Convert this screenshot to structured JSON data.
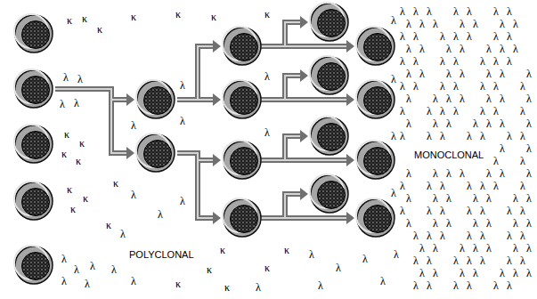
{
  "diagram": {
    "labels": [
      "POLYCLONAL",
      "MONOCLONAL",
      "κ",
      "κ",
      "κ",
      "κ",
      "κ",
      "κ",
      "κ",
      "λ",
      "λ",
      "λ",
      "λ",
      "κ",
      "κ",
      "κ",
      "κ",
      "κ",
      "κ",
      "κ",
      "λ",
      "λ",
      "λ",
      "λ",
      "λ",
      "λ",
      "λ",
      "λ",
      "κ",
      "λ",
      "λ",
      "λ",
      "κ",
      "λ",
      "λ",
      "λ",
      "κ",
      "κ",
      "κ",
      "κ",
      "κ",
      "λ",
      "κ",
      "λ",
      "λ",
      "λ",
      "λ",
      "λ",
      "λ",
      "λ",
      "λ",
      "λ",
      "λ",
      "λ",
      "λ",
      "λ",
      "λ",
      "λ",
      "λ",
      "λ",
      "λ",
      "λ",
      "λ",
      "λ",
      "λ",
      "λ",
      "λ",
      "λ",
      "λ",
      "λ",
      "λ",
      "λ",
      "λ",
      "λ",
      "λ",
      "λ",
      "λ",
      "λ",
      "λ",
      "λ",
      "λ",
      "λ",
      "λ",
      "λ",
      "λ",
      "λ",
      "λ",
      "λ",
      "λ",
      "λ",
      "λ",
      "λ",
      "λ",
      "λ",
      "λ",
      "λ",
      "λ",
      "λ",
      "λ",
      "λ",
      "λ",
      "λ",
      "λ",
      "λ",
      "λ",
      "λ",
      "λ",
      "λ",
      "λ",
      "λ",
      "λ",
      "λ",
      "λ",
      "λ",
      "λ",
      "λ",
      "λ",
      "λ",
      "λ",
      "λ",
      "λ",
      "λ",
      "λ",
      "λ",
      "λ",
      "λ",
      "λ",
      "λ",
      "λ",
      "λ",
      "λ",
      "λ",
      "λ",
      "λ",
      "λ",
      "λ",
      "λ",
      "λ",
      "λ",
      "λ",
      "λ",
      "λ",
      "λ",
      "λ",
      "λ",
      "λ",
      "λ",
      "λ",
      "λ",
      "λ",
      "λ",
      "λ",
      "λ",
      "λ",
      "λ",
      "λ",
      "λ",
      "λ",
      "λ",
      "λ",
      "λ",
      "λ",
      "λ",
      "λ",
      "λ",
      "λ",
      "λ",
      "λ",
      "λ",
      "λ",
      "λ",
      "λ",
      "λ",
      "λ",
      "λ",
      "λ",
      "λ",
      "λ",
      "λ",
      "λ",
      "λ",
      "λ",
      "λ",
      "λ",
      "λ",
      "λ",
      "λ",
      "λ",
      "λ",
      "λ",
      "λ",
      "λ",
      "λ",
      "λ",
      "λ",
      "λ",
      "λ",
      "λ",
      "λ",
      "λ",
      "λ",
      "λ",
      "λ",
      "λ",
      "λ"
    ]
  }
}
